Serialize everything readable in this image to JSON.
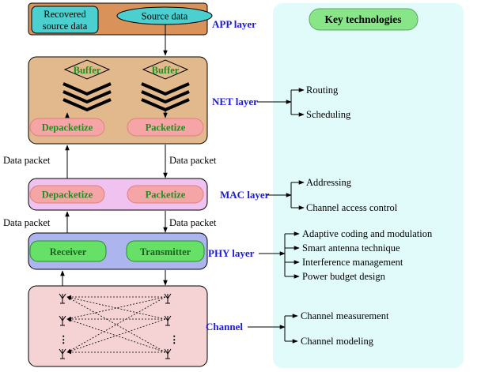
{
  "colors": {
    "app_bg": "#d8925a",
    "net_bg": "#e2b98c",
    "mac_bg": "#f0c2ef",
    "phy_bg": "#adb5ef",
    "channel_bg": "#f5d2d4",
    "panel_bg": "#e1fbfb",
    "pill_pink": "#f5a5a5",
    "pill_green": "#66e066",
    "teal": "#4ccfcf",
    "layer_text": "#1a1ad8",
    "green_text": "#1f8f1f"
  },
  "app": {
    "label": "APP layer",
    "recovered": [
      "Recovered",
      "source data"
    ],
    "source": "Source data"
  },
  "net": {
    "label": "NET layer",
    "buffer_left": "Buffer",
    "buffer_right": "Buffer",
    "depacketize": "Depacketize",
    "packetize": "Packetize"
  },
  "mac": {
    "label": "MAC layer",
    "depacketize": "Depacketize",
    "packetize": "Packetize"
  },
  "phy": {
    "label": "PHY layer",
    "receiver": "Receiver",
    "transmitter": "Transmitter"
  },
  "channel": {
    "label": "Channel"
  },
  "packets": {
    "left_upper": "Data packet",
    "right_upper": "Data packet",
    "left_lower": "Data packet",
    "right_lower": "Data packet"
  },
  "key": {
    "title": "Key technologies",
    "net": [
      "Routing",
      "Scheduling"
    ],
    "mac": [
      "Addressing",
      "Channel access control"
    ],
    "phy": [
      "Adaptive coding and modulation",
      "Smart antenna technique",
      "Interference management",
      "Power budget design"
    ],
    "channel": [
      "Channel measurement",
      "Channel modeling"
    ]
  }
}
